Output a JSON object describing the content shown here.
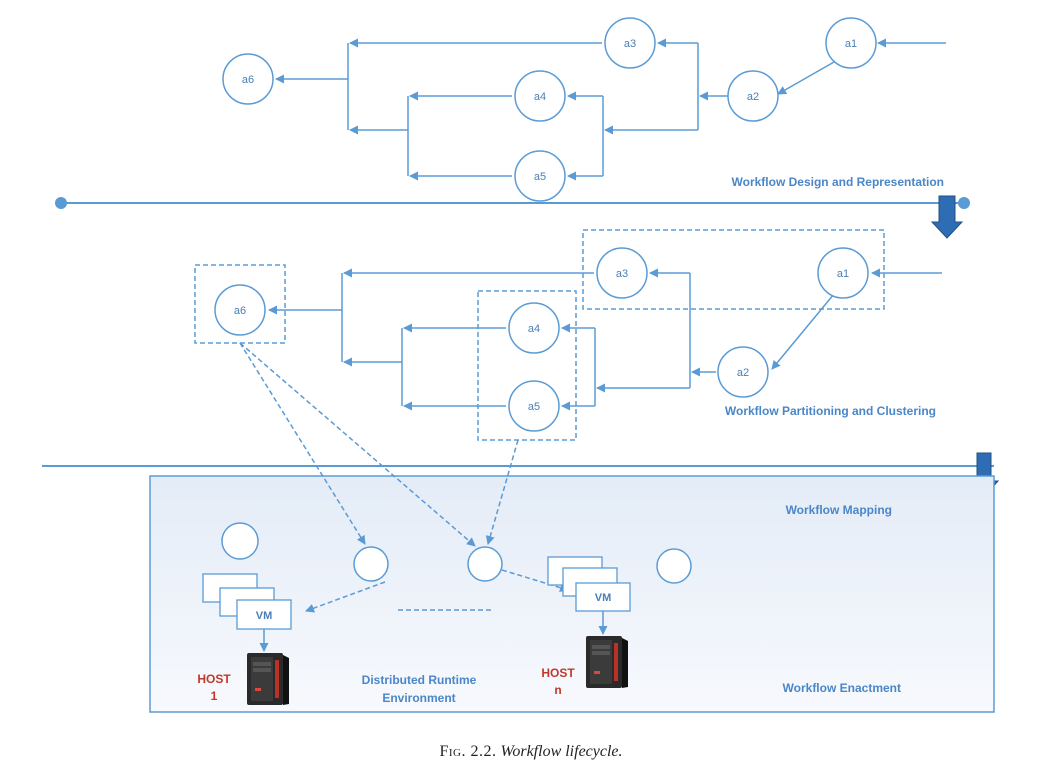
{
  "sections": {
    "design": "Workflow Design and Representation",
    "partitioning": "Workflow Partitioning and Clustering",
    "mapping": "Workflow Mapping",
    "enactment": "Workflow Enactment",
    "runtime_line1": "Distributed Runtime",
    "runtime_line2": "Environment"
  },
  "nodes": {
    "a1": "a1",
    "a2": "a2",
    "a3": "a3",
    "a4": "a4",
    "a5": "a5",
    "a6": "a6"
  },
  "vm_label": "VM",
  "host1": {
    "line1": "HOST",
    "line2": "1"
  },
  "hostn": {
    "line1": "HOST",
    "line2": "n"
  },
  "caption": {
    "figure": "Fig. 2.2.",
    "title": "Workflow lifecycle."
  },
  "colors": {
    "line": "#5b9bd5",
    "panel_fill": "#eef3fa",
    "stage_arrow": "#2e6db4",
    "title_text": "#4a86c8",
    "host_text": "#c0392b"
  }
}
